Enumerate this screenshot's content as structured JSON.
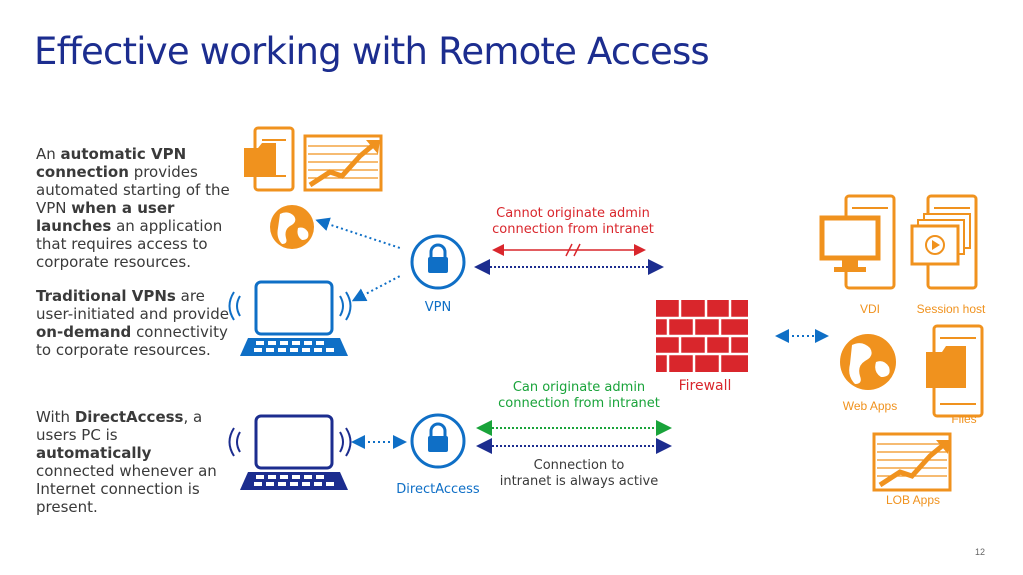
{
  "title": "Effective working with Remote Access",
  "paragraphs": {
    "vpn_auto": {
      "p1": "An ",
      "b1": "automatic VPN connection",
      "p2": " provides automated starting of the VPN ",
      "b2": "when a user launches",
      "p3": " an application that requires access to corporate resources."
    },
    "vpn_trad": {
      "b1": "Traditional VPNs",
      "p1": " are user-initiated and provide ",
      "b2": "on-demand",
      "p2": " connectivity to corporate resources."
    },
    "directaccess": {
      "p1": "With ",
      "b1": "DirectAccess",
      "p2": ", a users PC is ",
      "b2": "automatically",
      "p3": " connected whenever an Internet connection is present."
    }
  },
  "labels": {
    "vpn": "VPN",
    "directaccess": "DirectAccess",
    "cannot_line1": "Cannot originate admin",
    "cannot_line2": "connection from intranet",
    "can_line1": "Can originate admin",
    "can_line2": "connection from intranet",
    "always_line1": "Connection to",
    "always_line2": "intranet is always active",
    "firewall": "Firewall",
    "vdi": "VDI",
    "session_host": "Session host",
    "web_apps": "Web Apps",
    "files": "Files",
    "lob_apps": "LOB Apps"
  },
  "page_number": "12",
  "colors": {
    "title": "#1c2d8f",
    "blue": "#0f6fc6",
    "navy": "#1c2d8f",
    "orange": "#f0921e",
    "red": "#d9262c",
    "green": "#19a33a",
    "text": "#3a3a3a"
  },
  "icons": [
    "folder-icon",
    "chart-icon",
    "globe-icon",
    "laptop-icon",
    "lock-icon",
    "firewall-icon",
    "monitor-icon",
    "video-icon"
  ]
}
